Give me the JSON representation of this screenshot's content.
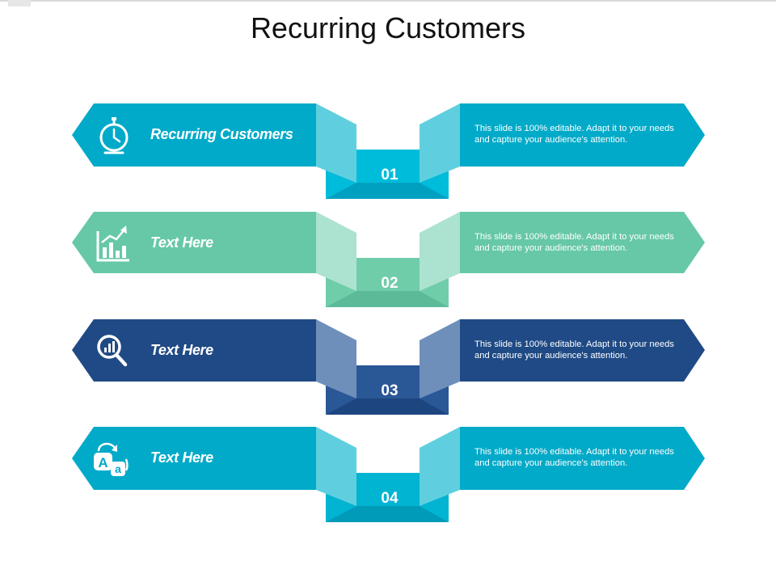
{
  "title": "Recurring Customers",
  "items": [
    {
      "number": "01",
      "label": "Recurring Customers",
      "description": "This slide is 100% editable. Adapt it to your needs and capture your audience's attention.",
      "icon": "stopwatch-icon",
      "color": "#00aac8",
      "fold_color": "#5fcfdf",
      "box_color": "#00bcdb",
      "box_dark": "#00a0c0"
    },
    {
      "number": "02",
      "label": "Text Here",
      "description": "This slide is 100% editable. Adapt it to your needs and capture your audience's attention.",
      "icon": "growth-chart-icon",
      "color": "#66c8a6",
      "fold_color": "#ace2d0",
      "box_color": "#70cda9",
      "box_dark": "#5cba98"
    },
    {
      "number": "03",
      "label": "Text Here",
      "description": "This slide is 100% editable. Adapt it to your needs and capture your audience's attention.",
      "icon": "magnifier-chart-icon",
      "color": "#1f4a85",
      "fold_color": "#6f8fbb",
      "box_color": "#2a5796",
      "box_dark": "#1d4680"
    },
    {
      "number": "04",
      "label": "Text Here",
      "description": "This slide is 100% editable. Adapt it to your needs and capture your audience's attention.",
      "icon": "translate-icon",
      "color": "#00aac8",
      "fold_color": "#5fcfdf",
      "box_color": "#00b4d2",
      "box_dark": "#009bb9"
    }
  ]
}
